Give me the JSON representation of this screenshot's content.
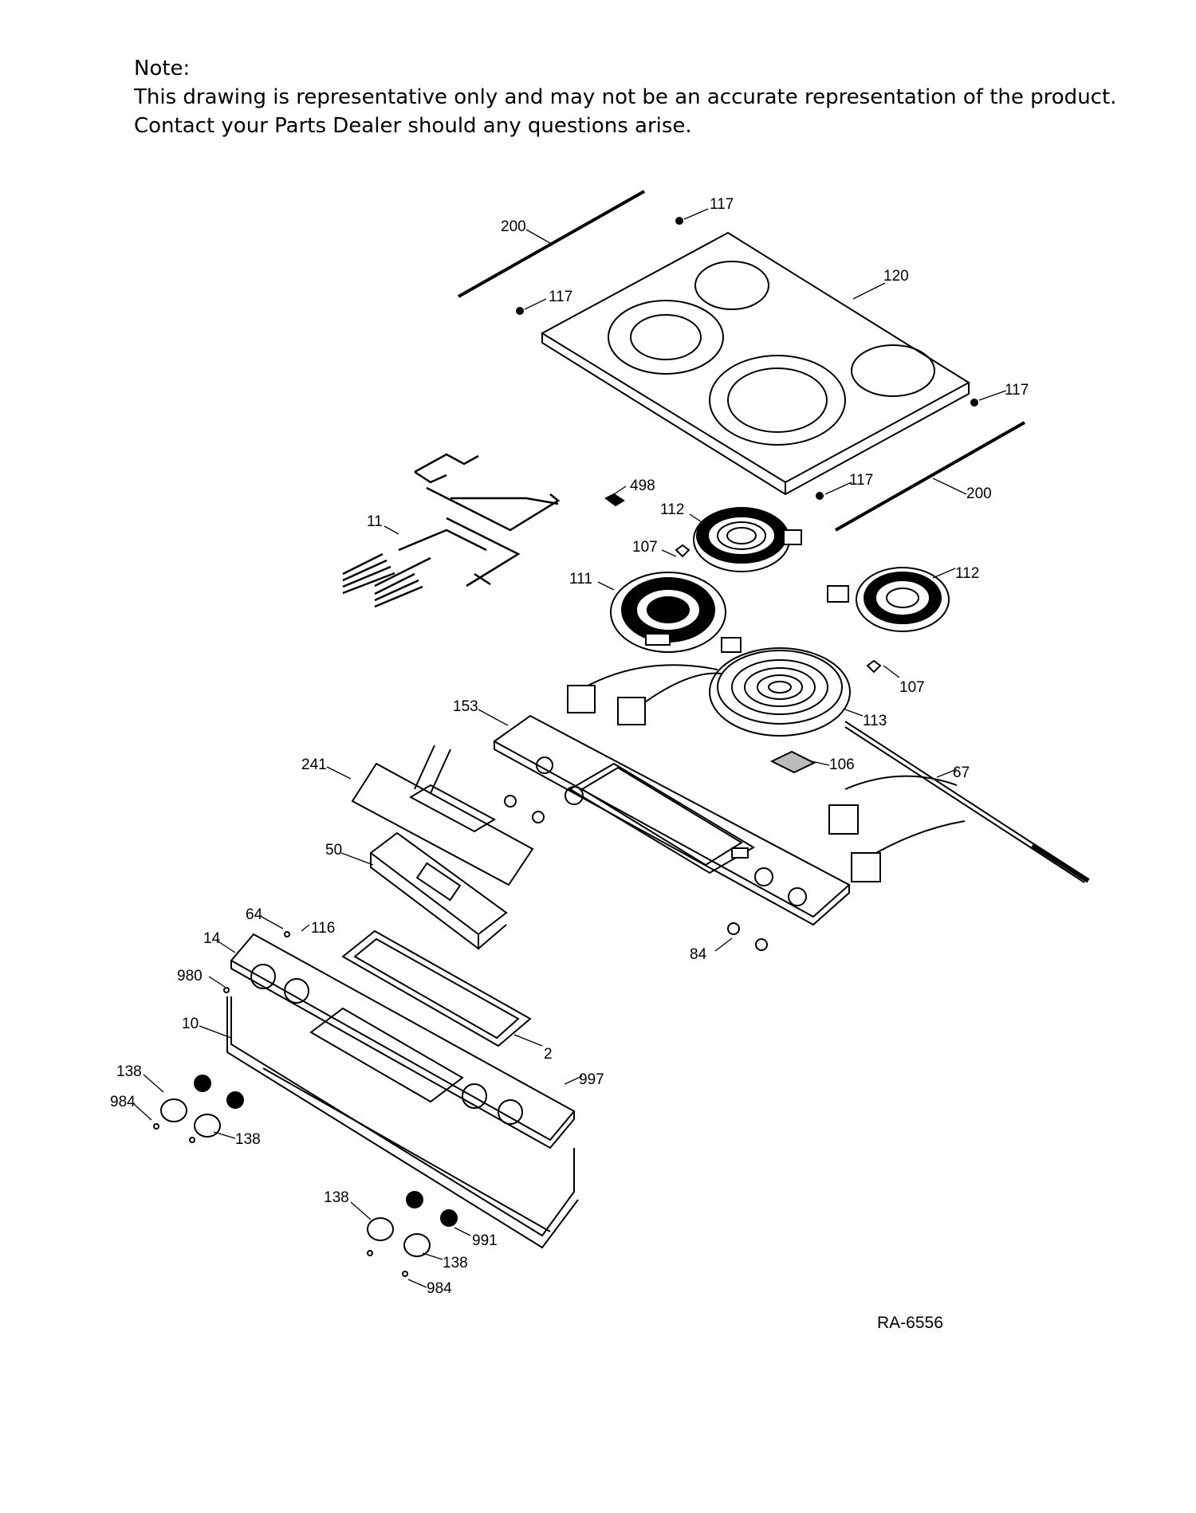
{
  "note": {
    "heading": "Note:",
    "line1": "This drawing is representative only and may not be an accurate representation of the product.",
    "line2": "Contact your Parts Dealer should any questions arise."
  },
  "callouts": [
    {
      "id": "200-top",
      "text": "200"
    },
    {
      "id": "117-a",
      "text": "117"
    },
    {
      "id": "117-b",
      "text": "117"
    },
    {
      "id": "120",
      "text": "120"
    },
    {
      "id": "117-c",
      "text": "117"
    },
    {
      "id": "117-d",
      "text": "117"
    },
    {
      "id": "200-bottom",
      "text": "200"
    },
    {
      "id": "498",
      "text": "498"
    },
    {
      "id": "112-a",
      "text": "112"
    },
    {
      "id": "11",
      "text": "11"
    },
    {
      "id": "107-a",
      "text": "107"
    },
    {
      "id": "111",
      "text": "111"
    },
    {
      "id": "112-b",
      "text": "112"
    },
    {
      "id": "107-b",
      "text": "107"
    },
    {
      "id": "153",
      "text": "153"
    },
    {
      "id": "113",
      "text": "113"
    },
    {
      "id": "106",
      "text": "106"
    },
    {
      "id": "241",
      "text": "241"
    },
    {
      "id": "67",
      "text": "67"
    },
    {
      "id": "50",
      "text": "50"
    },
    {
      "id": "64",
      "text": "64"
    },
    {
      "id": "116",
      "text": "116"
    },
    {
      "id": "14",
      "text": "14"
    },
    {
      "id": "84",
      "text": "84"
    },
    {
      "id": "980",
      "text": "980"
    },
    {
      "id": "10",
      "text": "10"
    },
    {
      "id": "2",
      "text": "2"
    },
    {
      "id": "138-a",
      "text": "138"
    },
    {
      "id": "997",
      "text": "997"
    },
    {
      "id": "984-a",
      "text": "984"
    },
    {
      "id": "138-b",
      "text": "138"
    },
    {
      "id": "138-c",
      "text": "138"
    },
    {
      "id": "991",
      "text": "991"
    },
    {
      "id": "138-d",
      "text": "138"
    },
    {
      "id": "984-b",
      "text": "984"
    }
  ],
  "reference_code": "RA-6556"
}
